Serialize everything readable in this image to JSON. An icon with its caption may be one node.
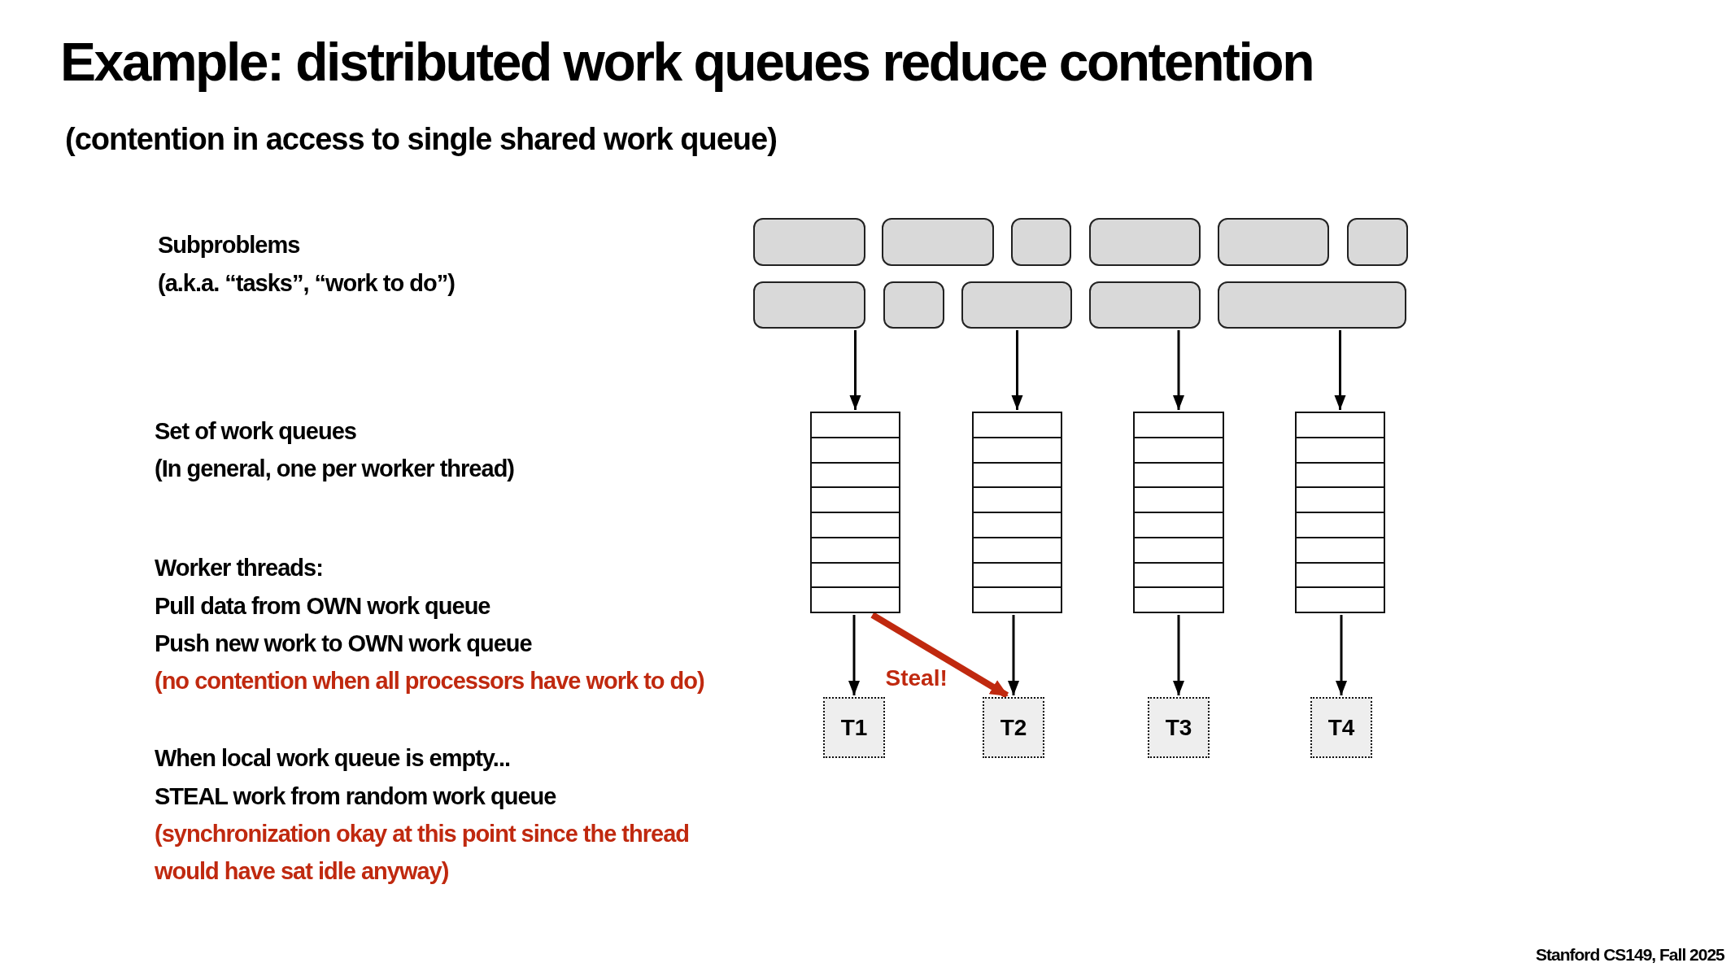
{
  "diagram": {
    "title": "Example: distributed work queues reduce contention",
    "nodes": [
      {
        "text": [],
        "shape": "box"
      },
      {
        "text": [],
        "shape": "box"
      },
      {
        "text": [],
        "shape": "box"
      },
      {
        "text": [],
        "shape": "box"
      },
      {
        "text": [],
        "shape": "box"
      },
      {
        "text": [],
        "shape": "box"
      },
      {
        "text": [],
        "shape": "box"
      },
      {
        "text": [],
        "shape": "box"
      },
      {
        "text": [],
        "shape": "box"
      },
      {
        "text": [],
        "shape": "box"
      },
      {
        "text": [],
        "shape": "box"
      },
      {
        "text": [],
        "shape": "box"
      },
      {
        "text": [],
        "shape": "box"
      },
      {
        "text": [],
        "shape": "box"
      },
      {
        "text": [],
        "shape": "box"
      },
      {
        "text": [
          "T1"
        ]
      },
      {
        "text": [
          "T2"
        ]
      },
      {
        "text": [
          "T3"
        ]
      },
      {
        "text": [
          "T4"
        ]
      }
    ],
    "edges": [
      {
        "from": 6,
        "to": 11,
        "arrow": "to"
      },
      {
        "from": 8,
        "to": 12,
        "arrow": "to"
      },
      {
        "from": 9,
        "to": 13,
        "arrow": "to"
      },
      {
        "from": 10,
        "to": 14,
        "arrow": "to"
      },
      {
        "from": 11,
        "to": 15,
        "arrow": "to"
      },
      {
        "from": 11,
        "to": 16,
        "arrow": "to",
        "label": "Steal!",
        "style": "thick",
        "color": "#c0290f"
      },
      {
        "from": 12,
        "to": 16,
        "arrow": "to"
      },
      {
        "from": 13,
        "to": 17,
        "arrow": "to"
      },
      {
        "from": 14,
        "to": 18,
        "arrow": "to"
      }
    ],
    "labels": [
      "(contention in access to single shared work queue)",
      "Subproblems",
      "(a.k.a. “tasks”, “work to do”)",
      "Set of work queues",
      "(In general, one per worker thread)",
      "Worker threads:",
      "Pull data from OWN work queue",
      "Push new work to OWN work queue",
      "(no contention when all processors have work to do)",
      "When local work queue is empty...",
      "STEAL work from random work queue",
      "(synchronization okay at this point since the thread",
      "would have sat idle anyway)",
      "Stanford CS149, Fall 2025"
    ]
  }
}
